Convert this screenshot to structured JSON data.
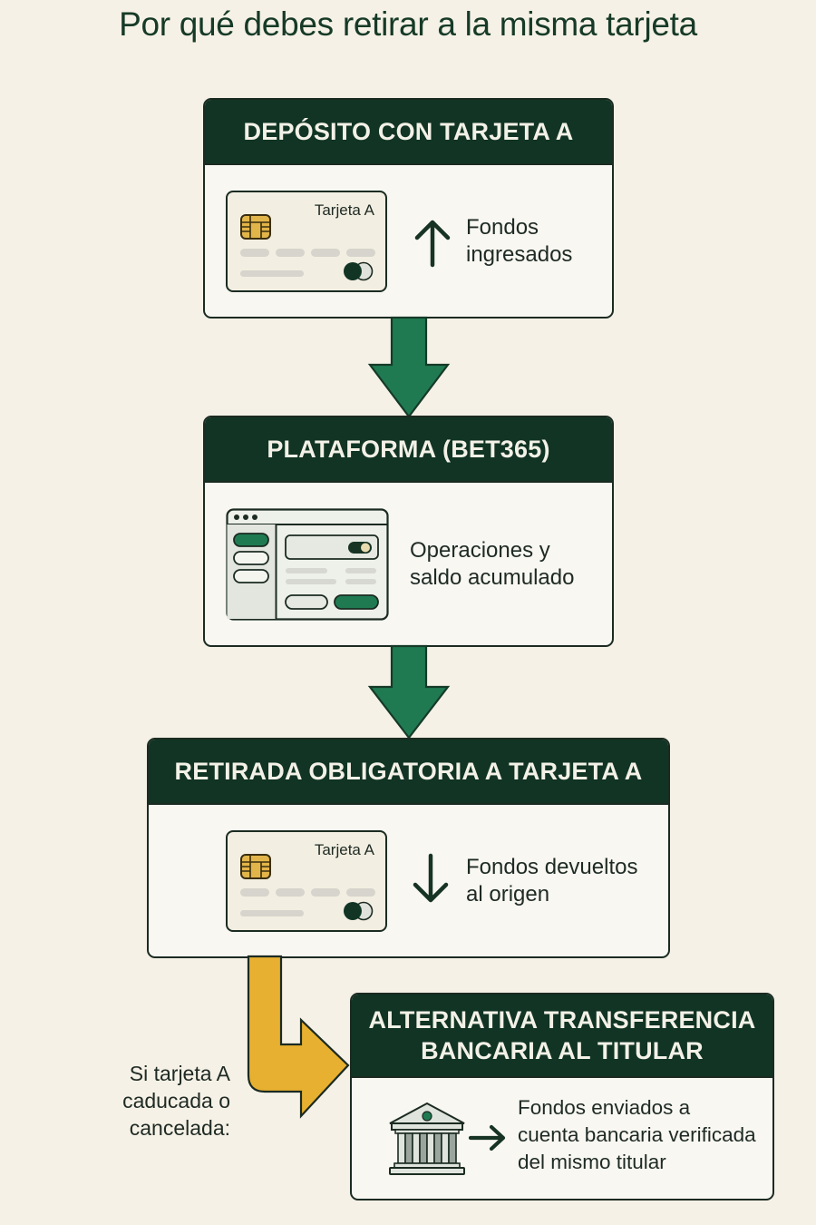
{
  "title": "Por qué debes retirar a la misma tarjeta",
  "steps": [
    {
      "header": "DEPÓSITO CON TARJETA A",
      "card_label": "Tarjeta A",
      "icon": "arrow-up-icon",
      "description": [
        "Fondos",
        "ingresados"
      ]
    },
    {
      "header": "PLATAFORMA (BET365)",
      "icon": "platform-window-icon",
      "description": [
        "Operaciones y",
        "saldo acumulado"
      ]
    },
    {
      "header": "RETIRADA OBLIGATORIA A TARJETA A",
      "card_label": "Tarjeta A",
      "icon": "arrow-down-icon",
      "description": [
        "Fondos devueltos",
        "al origen"
      ]
    },
    {
      "header": [
        "ALTERNATIVA TRANSFERENCIA",
        "BANCARIA AL TITULAR"
      ],
      "icon": "bank-icon",
      "description": [
        "Fondos enviados a",
        "cuenta bancaria verificada",
        "del mismo titular"
      ]
    }
  ],
  "condition_label": [
    "Si tarjeta A",
    "caducada o",
    "cancelada:"
  ],
  "colors": {
    "background": "#f5f1e6",
    "header_green": "#113424",
    "flow_arrow_green": "#1f7a52",
    "alt_arrow_yellow": "#e8b030",
    "chip_gold": "#e2b54a"
  }
}
